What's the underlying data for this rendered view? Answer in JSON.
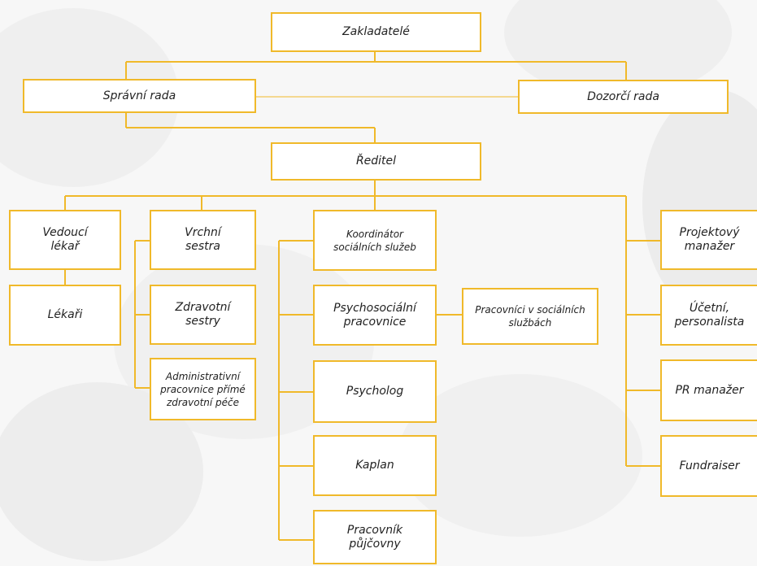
{
  "colors": {
    "line": "#f0b92a",
    "box_border": "#f0b92a",
    "background": "#f7f7f7"
  },
  "nodes": {
    "zakladatele": "Zakladatelé",
    "spravni_rada": "Správní rada",
    "dozorci_rada": "Dozorčí rada",
    "reditel": "Ředitel",
    "vedouci_lekar": "Vedoucí\nlékař",
    "lekari": "Lékaři",
    "vrchni_sestra": "Vrchní\nsestra",
    "zdravotni_sestry": "Zdravotní\nsestry",
    "administrativni": "Administrativní\npracovnice přímé\nzdravotní péče",
    "koordinator": "Koordinátor\nsociálních služeb",
    "psychosocialni": "Psychosociální\npracovnice",
    "pracovnici_soc": "Pracovníci v sociálních\nslužbách",
    "psycholog": "Psycholog",
    "kaplan": "Kaplan",
    "pracovnik_pujcovny": "Pracovník\npůjčovny",
    "projektovy_manazer": "Projektový\nmanažer",
    "ucetni": "Účetní,\npersonalista",
    "pr_manazer": "PR manažer",
    "fundraiser": "Fundraiser"
  }
}
